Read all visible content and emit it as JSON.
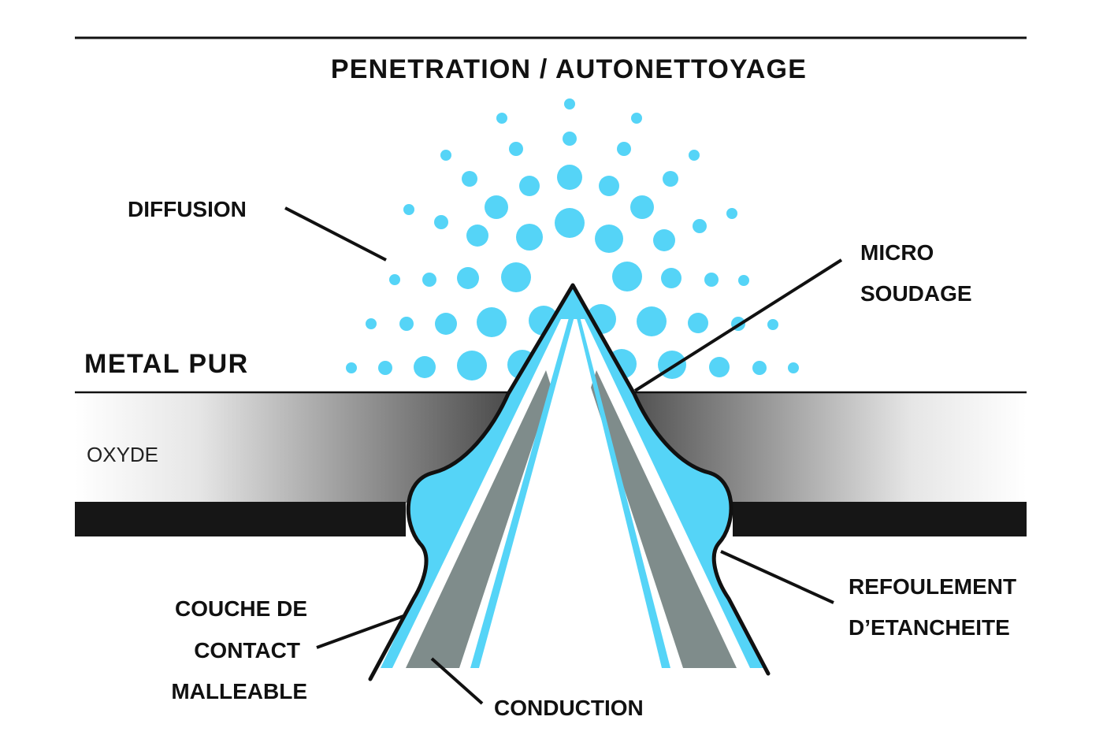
{
  "title": "PENETRATION / AUTONETTOYAGE",
  "layers": {
    "metal": "METAL PUR",
    "oxide": "OXYDE"
  },
  "callouts": {
    "diffusion": "DIFFUSION",
    "micro_welding": [
      "MICRO",
      "SOUDAGE"
    ],
    "sealing_displacement": [
      "REFOULEMENT",
      "D’ETANCHEITE"
    ],
    "malleable_contact_layer": [
      "COUCHE DE",
      "CONTACT",
      "MALLEABLE"
    ],
    "conduction": "CONDUCTION"
  },
  "colors": {
    "droplet": "#55d4f7",
    "cone_fill": "#55d4f7",
    "cone_stripe": "#7f8c8b",
    "base_bar": "#161616",
    "oxide_dark": "#2e2e2e",
    "line": "#111111"
  }
}
